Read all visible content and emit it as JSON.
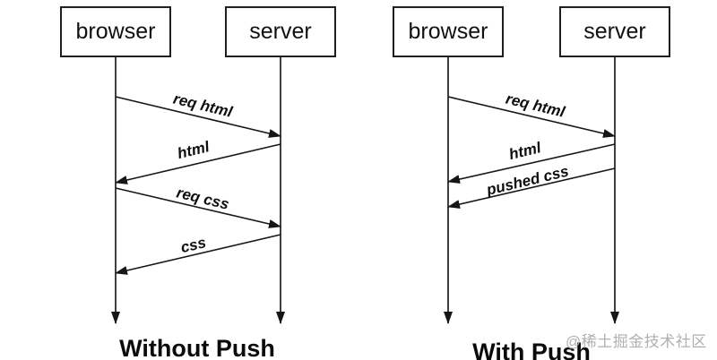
{
  "diagrams": [
    {
      "caption": "Without Push",
      "actors": [
        {
          "name": "browser"
        },
        {
          "name": "server"
        }
      ],
      "messages": [
        {
          "label": "req html",
          "from": "browser",
          "to": "server"
        },
        {
          "label": "html",
          "from": "server",
          "to": "browser"
        },
        {
          "label": "req css",
          "from": "browser",
          "to": "server"
        },
        {
          "label": "css",
          "from": "server",
          "to": "browser"
        }
      ]
    },
    {
      "caption": "With Push",
      "actors": [
        {
          "name": "browser"
        },
        {
          "name": "server"
        }
      ],
      "messages": [
        {
          "label": "req html",
          "from": "browser",
          "to": "server"
        },
        {
          "label": "html",
          "from": "server",
          "to": "browser"
        },
        {
          "label": "pushed css",
          "from": "server",
          "to": "browser"
        }
      ]
    }
  ],
  "watermark": "@稀土掘金技术社区",
  "colors": {
    "background": "#ffffff",
    "line": "#161616",
    "box_border": "#1f1f1f",
    "text": "#0e0e0e",
    "watermark": "#b0b0b0"
  }
}
